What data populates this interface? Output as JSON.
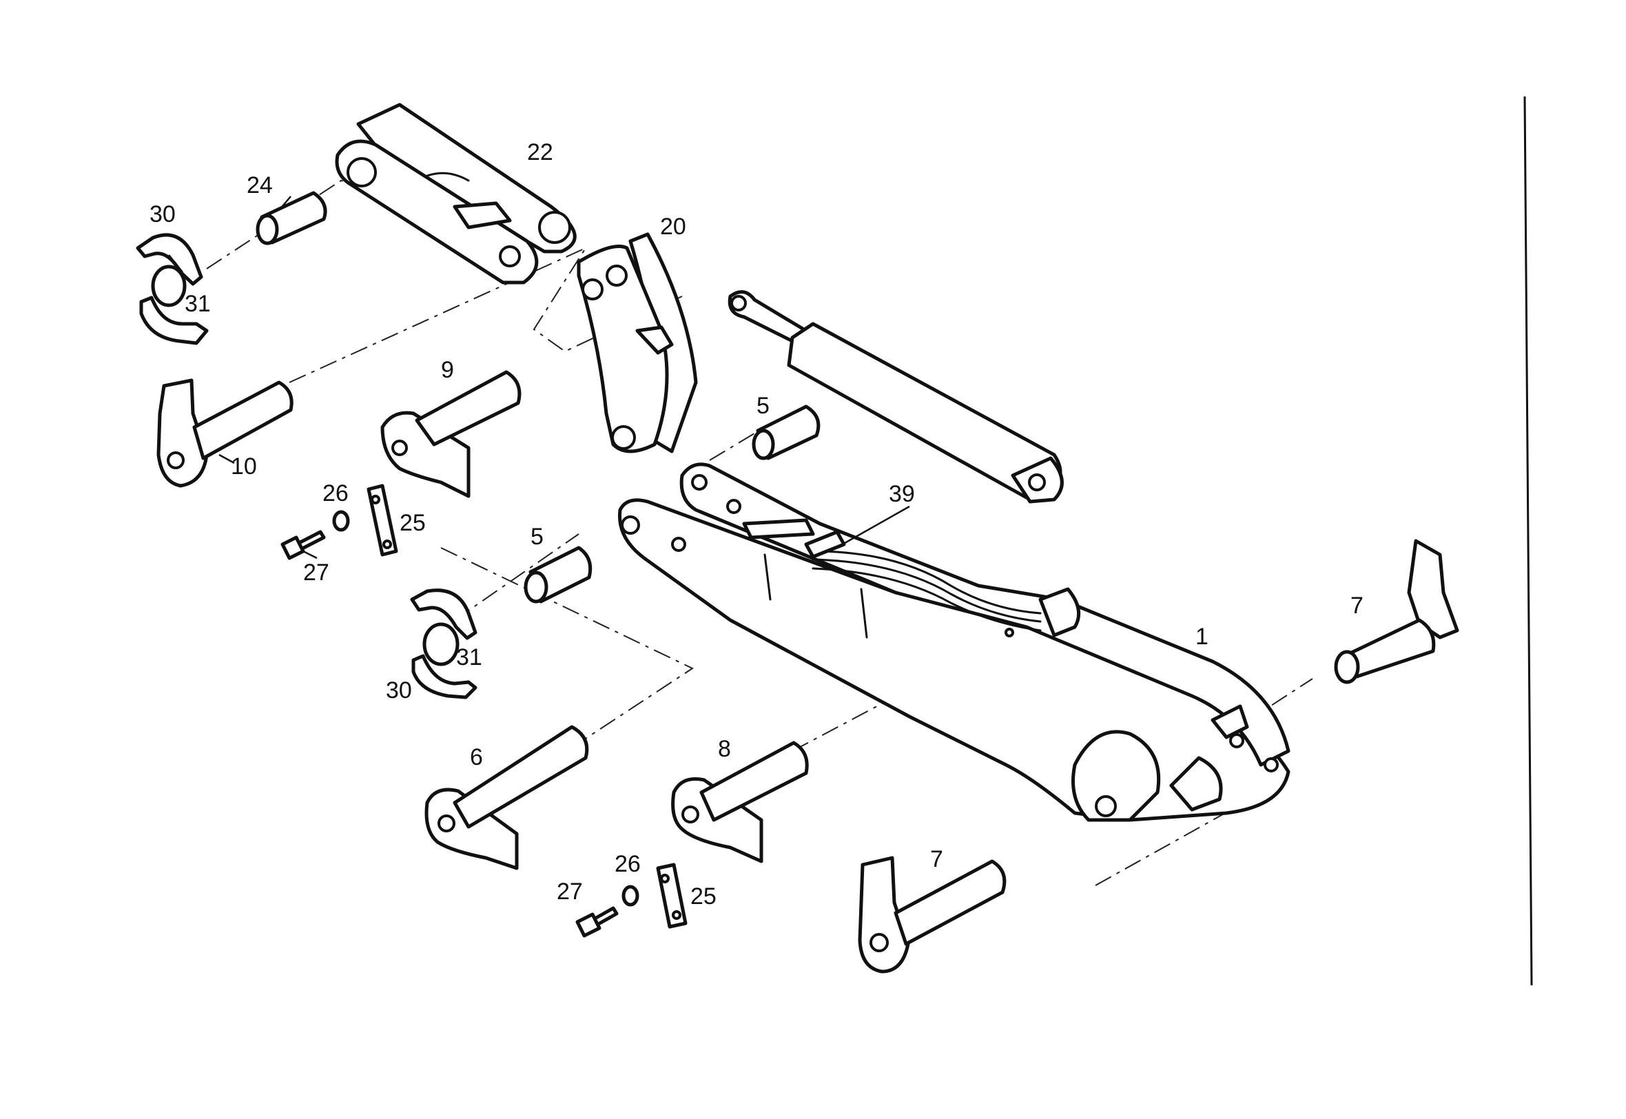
{
  "diagram": {
    "callouts": [
      {
        "id": "c22",
        "text": "22"
      },
      {
        "id": "c24",
        "text": "24"
      },
      {
        "id": "c30a",
        "text": "30"
      },
      {
        "id": "c31a",
        "text": "31"
      },
      {
        "id": "c20",
        "text": "20"
      },
      {
        "id": "c9",
        "text": "9"
      },
      {
        "id": "c10",
        "text": "10"
      },
      {
        "id": "c5a",
        "text": "5"
      },
      {
        "id": "c39",
        "text": "39"
      },
      {
        "id": "c26a",
        "text": "26"
      },
      {
        "id": "c25a",
        "text": "25"
      },
      {
        "id": "c27a",
        "text": "27"
      },
      {
        "id": "c5b",
        "text": "5"
      },
      {
        "id": "c31b",
        "text": "31"
      },
      {
        "id": "c30b",
        "text": "30"
      },
      {
        "id": "c1",
        "text": "1"
      },
      {
        "id": "c7a",
        "text": "7"
      },
      {
        "id": "c6",
        "text": "6"
      },
      {
        "id": "c8",
        "text": "8"
      },
      {
        "id": "c26b",
        "text": "26"
      },
      {
        "id": "c25b",
        "text": "25"
      },
      {
        "id": "c27b",
        "text": "27"
      },
      {
        "id": "c7b",
        "text": "7"
      }
    ]
  }
}
